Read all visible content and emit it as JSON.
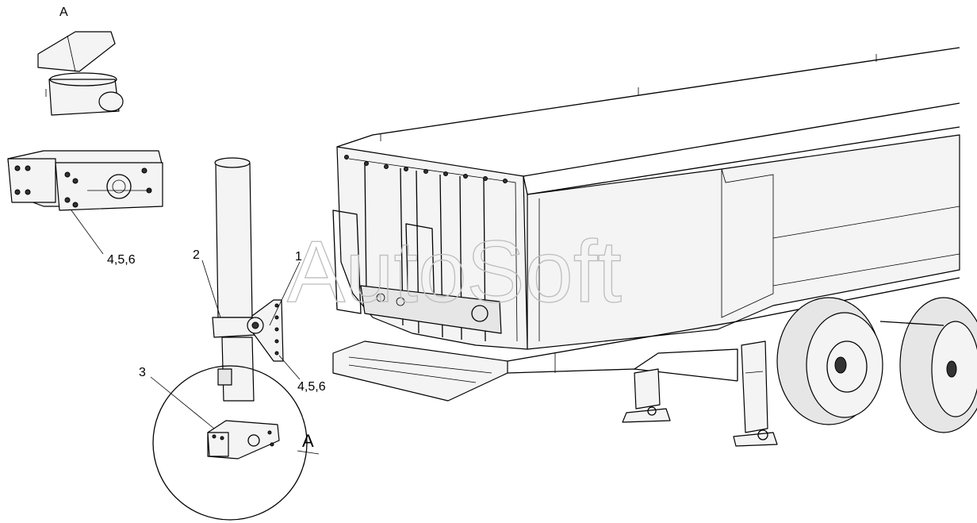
{
  "labels": {
    "view_a_top": "A",
    "pads_top": "4,5,6",
    "jack": "2",
    "bracket": "1",
    "pads_bracket": "4,5,6",
    "foot": "3",
    "callout_a": "A"
  },
  "watermark": "AutoSoft",
  "colors": {
    "line": "#000000",
    "watermark": "#bdbdbd",
    "background": "#ffffff"
  }
}
